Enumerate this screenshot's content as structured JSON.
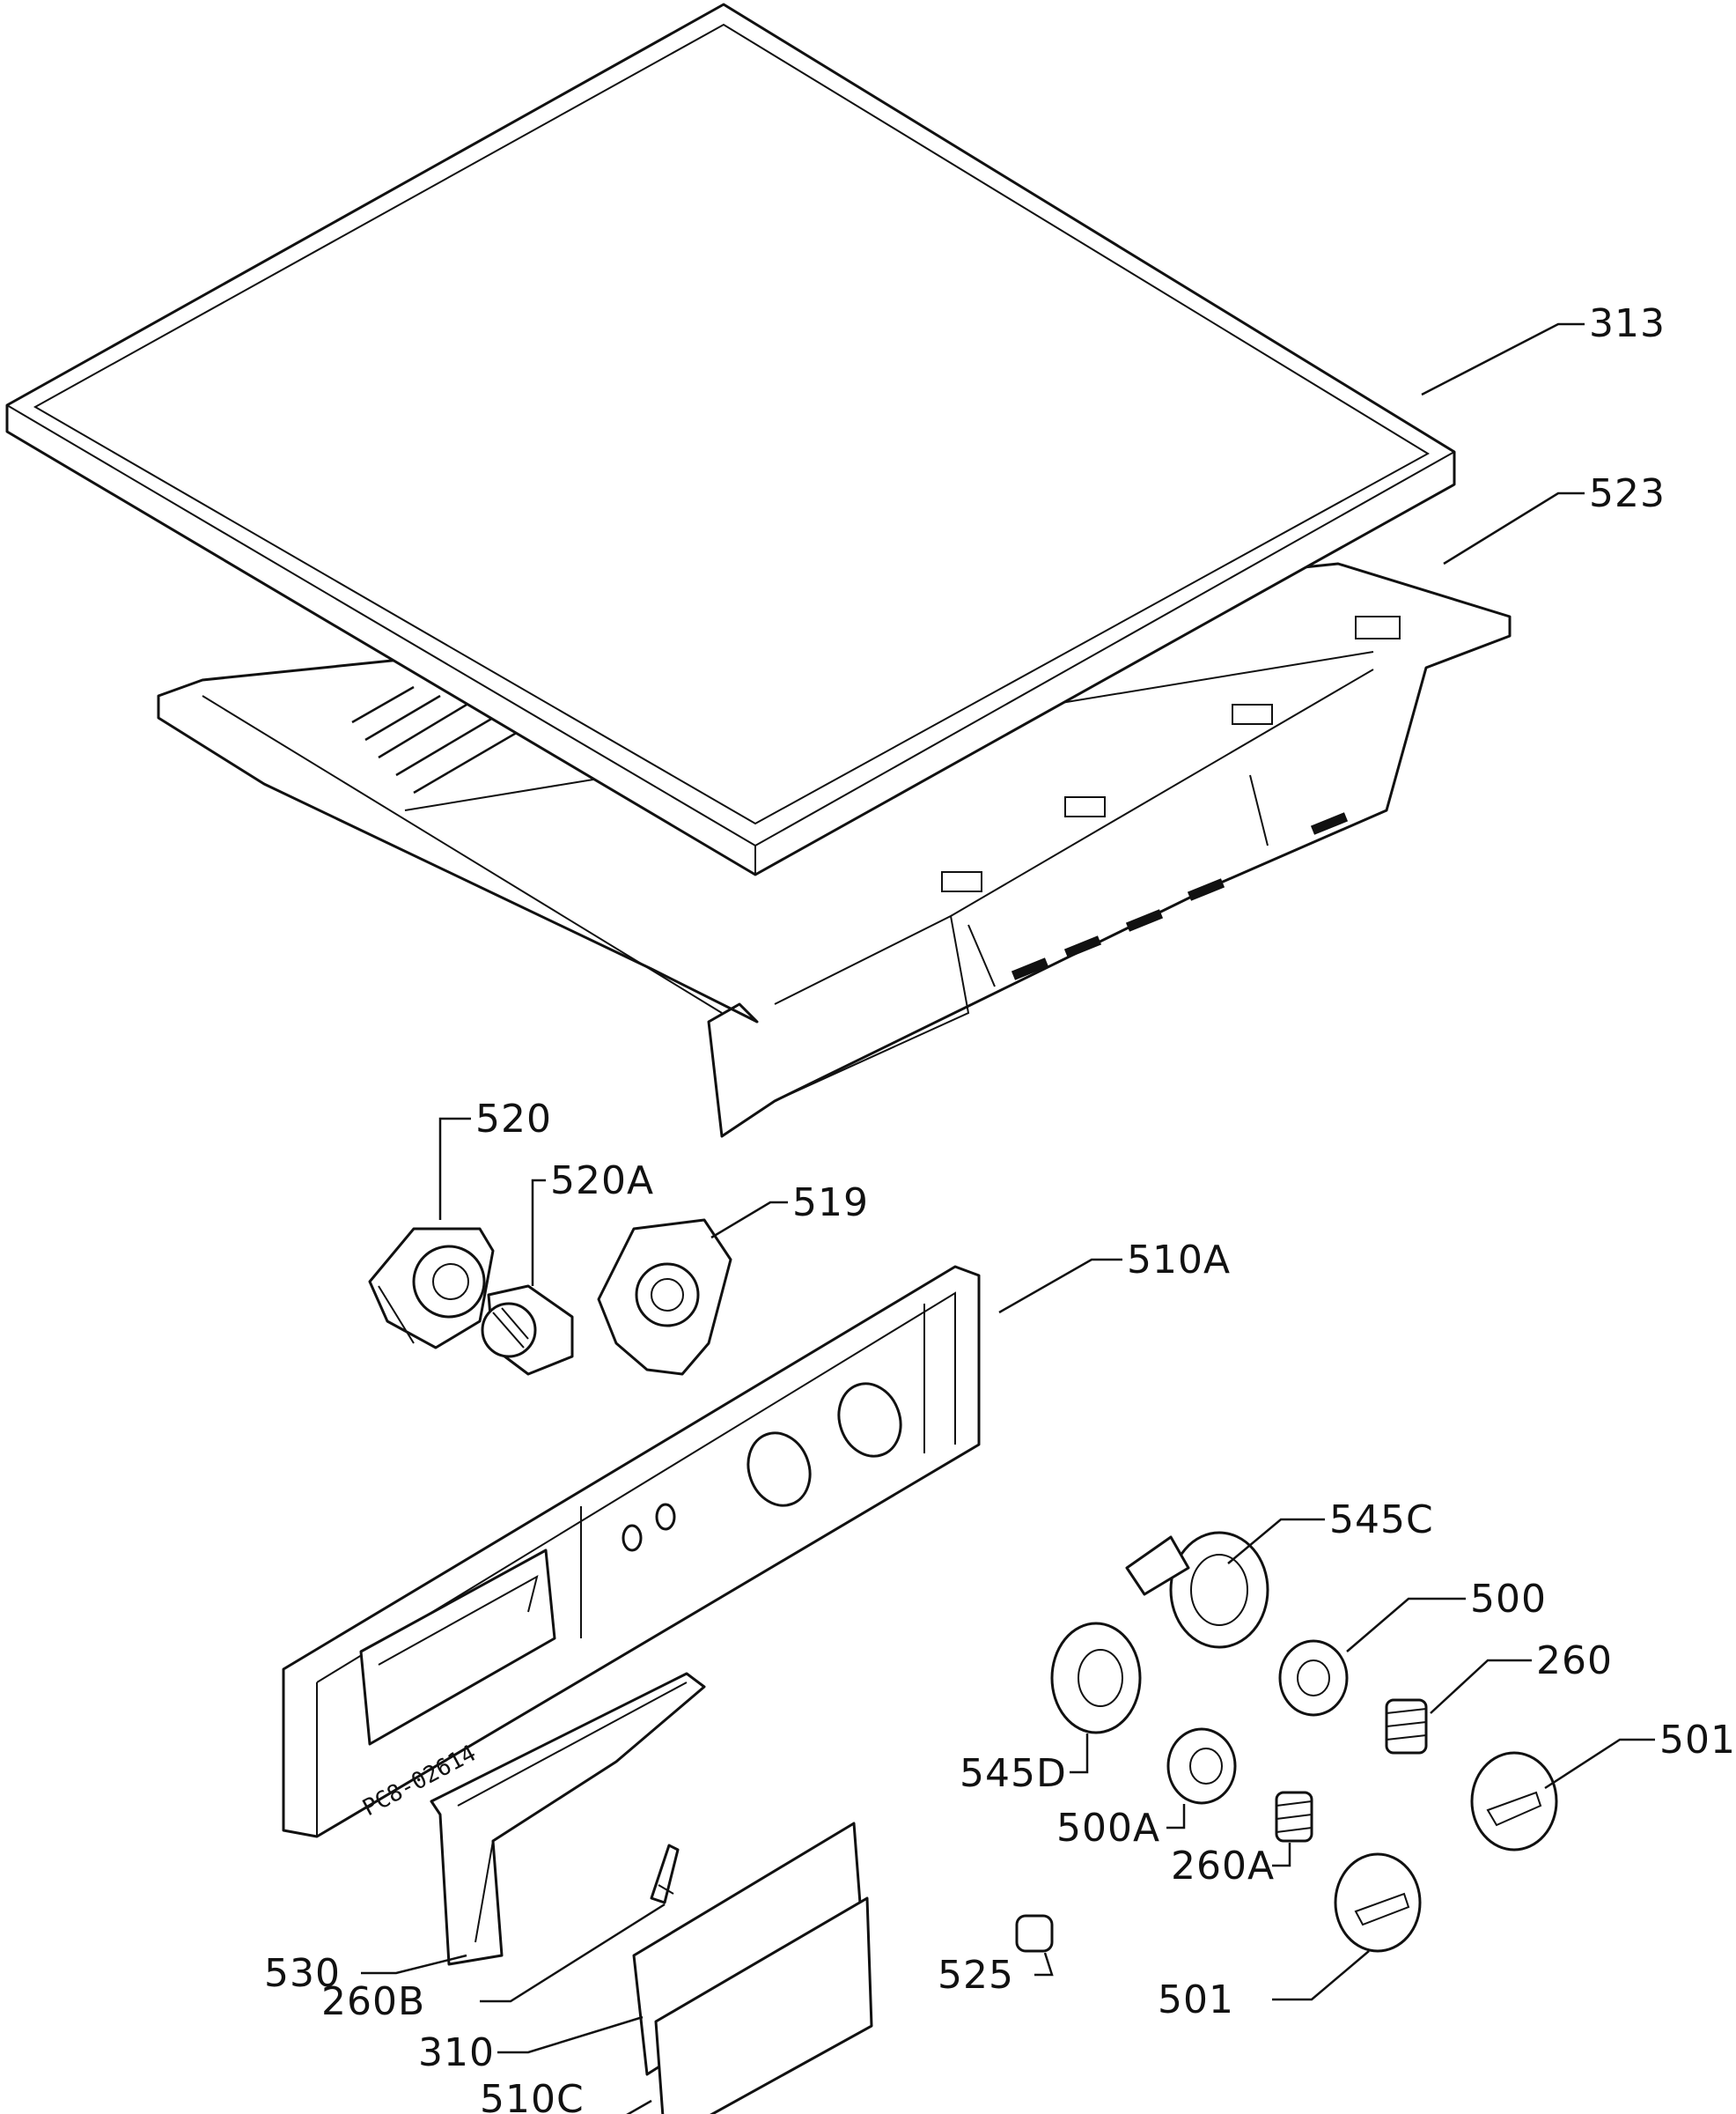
{
  "labels": {
    "l313": "313",
    "l523": "523",
    "l520": "520",
    "l520A": "520A",
    "l519": "519",
    "l510A": "510A",
    "l545C": "545C",
    "l500": "500",
    "l260": "260",
    "l501_right": "501",
    "l545D": "545D",
    "l500A": "500A",
    "l260A": "260A",
    "l525": "525",
    "l501_bottom": "501",
    "l530": "530",
    "l260B": "260B",
    "l310": "310",
    "l510C": "510C"
  },
  "panel_stamp": "PC8-02614",
  "colors": {
    "line": "#111111",
    "background": "#ffffff"
  }
}
